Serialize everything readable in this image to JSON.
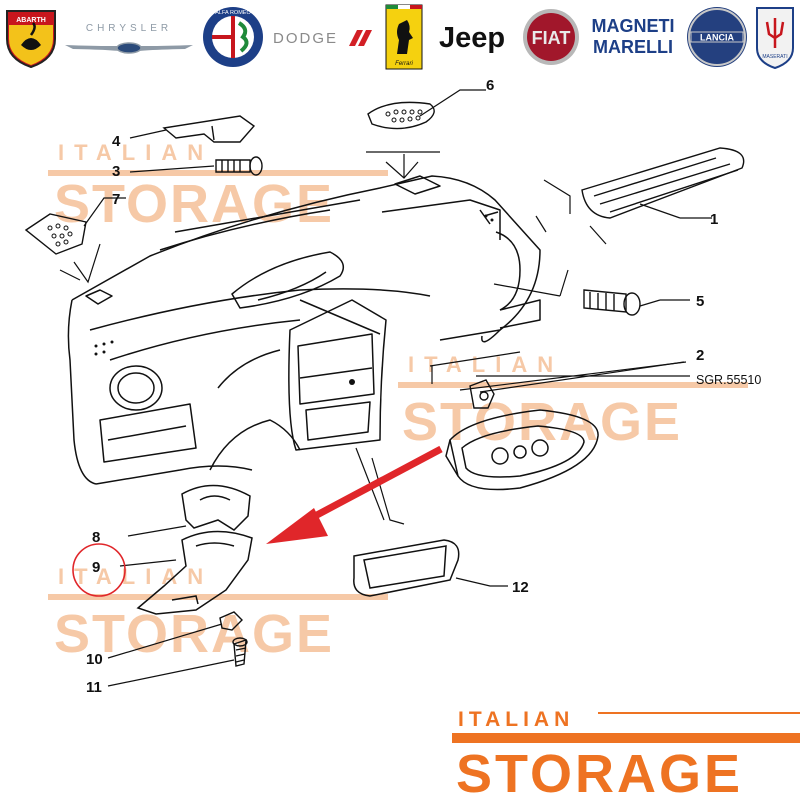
{
  "brands": [
    {
      "name": "ABARTH",
      "icon": "abarth-scorpion-shield"
    },
    {
      "name": "CHRYSLER",
      "icon": "chrysler-wings"
    },
    {
      "name": "ALFA ROMEO",
      "icon": "alfa-romeo-badge"
    },
    {
      "name": "DODGE",
      "icon": "dodge-stripes"
    },
    {
      "name": "Ferrari",
      "icon": "ferrari-prancing-horse"
    },
    {
      "name": "Jeep",
      "icon": "jeep-wordmark"
    },
    {
      "name": "FIAT",
      "icon": "fiat-badge"
    },
    {
      "name": "MAGNETI MARELLI",
      "icon": "magneti-marelli-wordmark"
    },
    {
      "name": "LANCIA",
      "icon": "lancia-badge"
    },
    {
      "name": "MASERATI",
      "icon": "maserati-trident"
    }
  ],
  "callouts": {
    "c1": "1",
    "c2": "2",
    "c3": "3",
    "c4": "4",
    "c5": "5",
    "c6": "6",
    "c7": "7",
    "c8": "8",
    "c9": "9",
    "c10": "10",
    "c11": "11",
    "c12": "12",
    "ref": "SGR.55510"
  },
  "highlight": {
    "part": "9",
    "color": "#e0262a"
  },
  "watermark": {
    "small": "ITALIAN",
    "big": "STORAGE",
    "color": "#f6c9a7"
  },
  "footer_logo": {
    "small": "ITALIAN",
    "big": "STORAGE",
    "color": "#ee7322"
  }
}
